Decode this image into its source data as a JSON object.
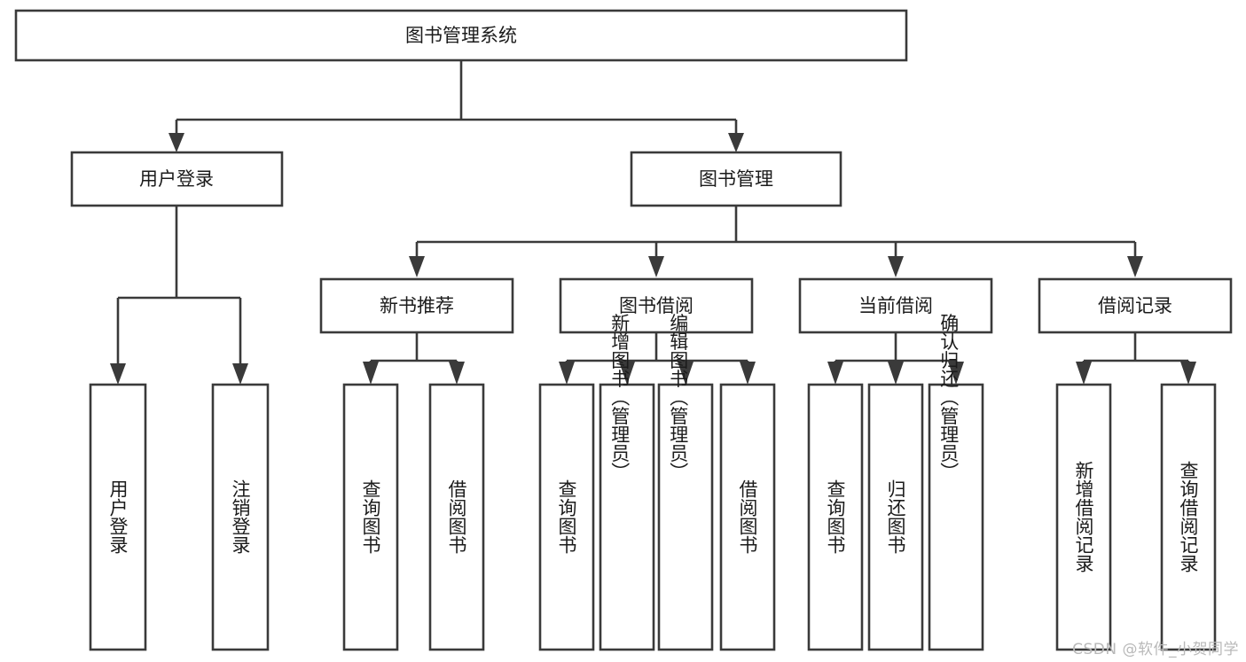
{
  "diagram": {
    "type": "tree",
    "title": "图书管理系统",
    "watermark": "CSDN @软件_小贺同学",
    "colors": {
      "stroke": "#3a3a3a",
      "text": "#1b1b1b",
      "background": "#ffffff",
      "watermark": "#b9b9b9"
    },
    "levels": {
      "root": "图书管理系统",
      "level2": [
        "用户登录",
        "图书管理"
      ],
      "level3": [
        "新书推荐",
        "图书借阅",
        "当前借阅",
        "借阅记录"
      ],
      "level4": [
        "用户登录",
        "注销登录",
        "查询图书",
        "借阅图书",
        "查询图书",
        "新增图书（管理员）",
        "编辑图书（管理员）",
        "借阅图书",
        "查询图书",
        "归还图书",
        "确认归还（管理员）",
        "新增借阅记录",
        "查询借阅记录"
      ]
    },
    "nodes": {
      "root": {
        "label": "图书管理系统"
      },
      "user_login": {
        "label": "用户登录"
      },
      "book_mgmt": {
        "label": "图书管理"
      },
      "new_book_rec": {
        "label": "新书推荐"
      },
      "book_borrow": {
        "label": "图书借阅"
      },
      "current_borrow": {
        "label": "当前借阅"
      },
      "borrow_record": {
        "label": "借阅记录"
      },
      "leaf_user_login": {
        "label": "用户登录"
      },
      "leaf_logout": {
        "label": "注销登录"
      },
      "leaf_query_book_a": {
        "label": "查询图书"
      },
      "leaf_borrow_book_a": {
        "label": "借阅图书"
      },
      "leaf_query_book_b": {
        "label": "查询图书"
      },
      "leaf_add_book": {
        "label": "新增图书（管理员）"
      },
      "leaf_edit_book": {
        "label": "编辑图书（管理员）"
      },
      "leaf_borrow_book_b": {
        "label": "借阅图书"
      },
      "leaf_query_book_c": {
        "label": "查询图书"
      },
      "leaf_return_book": {
        "label": "归还图书"
      },
      "leaf_confirm_return": {
        "label": "确认归还（管理员）"
      },
      "leaf_add_record": {
        "label": "新增借阅记录"
      },
      "leaf_query_record": {
        "label": "查询借阅记录"
      }
    },
    "edges": [
      {
        "from": "root",
        "to": "user_login"
      },
      {
        "from": "root",
        "to": "book_mgmt"
      },
      {
        "from": "user_login",
        "to": "leaf_user_login"
      },
      {
        "from": "user_login",
        "to": "leaf_logout"
      },
      {
        "from": "book_mgmt",
        "to": "new_book_rec"
      },
      {
        "from": "book_mgmt",
        "to": "book_borrow"
      },
      {
        "from": "book_mgmt",
        "to": "current_borrow"
      },
      {
        "from": "book_mgmt",
        "to": "borrow_record"
      },
      {
        "from": "new_book_rec",
        "to": "leaf_query_book_a"
      },
      {
        "from": "new_book_rec",
        "to": "leaf_borrow_book_a"
      },
      {
        "from": "book_borrow",
        "to": "leaf_query_book_b"
      },
      {
        "from": "book_borrow",
        "to": "leaf_add_book"
      },
      {
        "from": "book_borrow",
        "to": "leaf_edit_book"
      },
      {
        "from": "book_borrow",
        "to": "leaf_borrow_book_b"
      },
      {
        "from": "current_borrow",
        "to": "leaf_query_book_c"
      },
      {
        "from": "current_borrow",
        "to": "leaf_return_book"
      },
      {
        "from": "current_borrow",
        "to": "leaf_confirm_return"
      },
      {
        "from": "borrow_record",
        "to": "leaf_add_record"
      },
      {
        "from": "borrow_record",
        "to": "leaf_query_record"
      }
    ]
  }
}
